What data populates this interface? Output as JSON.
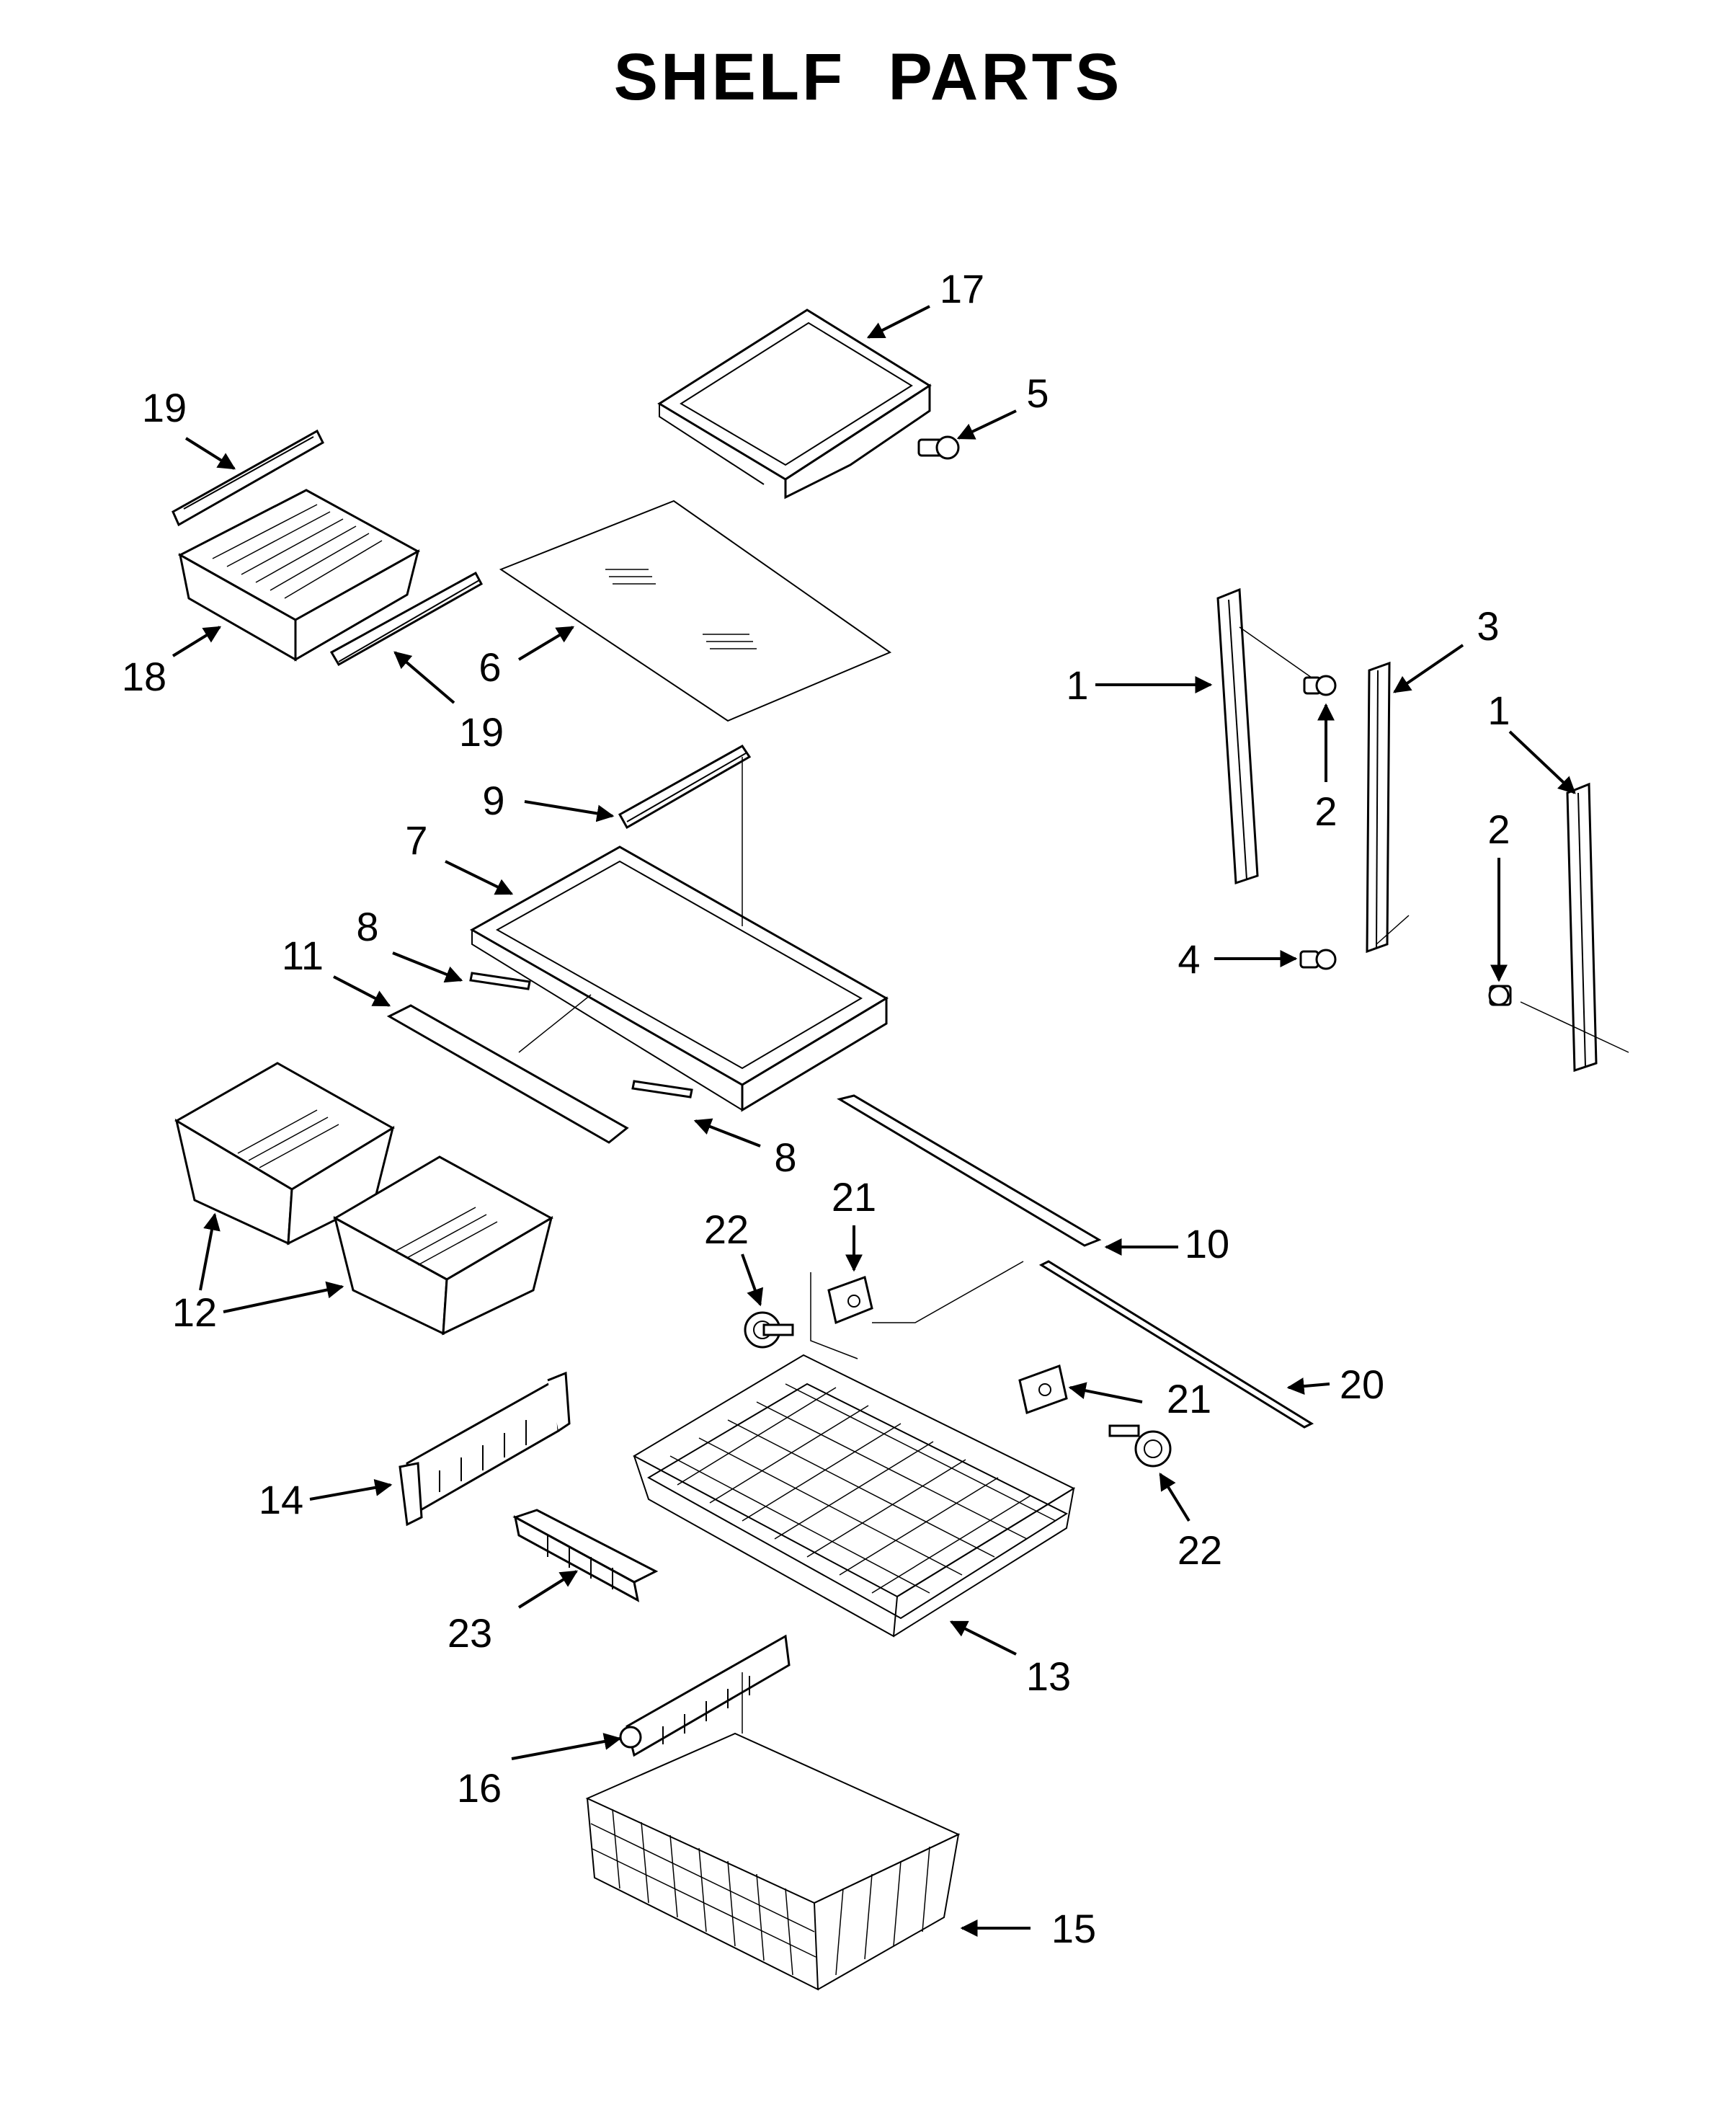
{
  "title": "SHELF  PARTS",
  "callouts": {
    "c1": "1",
    "c1b": "1",
    "c2": "2",
    "c2b": "2",
    "c3": "3",
    "c4": "4",
    "c5": "5",
    "c6": "6",
    "c7": "7",
    "c8": "8",
    "c8b": "8",
    "c9": "9",
    "c10": "10",
    "c11": "11",
    "c12": "12",
    "c13": "13",
    "c14": "14",
    "c15": "15",
    "c16": "16",
    "c17": "17",
    "c18": "18",
    "c19": "19",
    "c19b": "19",
    "c20": "20",
    "c21": "21",
    "c21b": "21",
    "c22": "22",
    "c22b": "22",
    "c23": "23"
  },
  "colors": {
    "line": "#000000",
    "background": "#ffffff"
  }
}
